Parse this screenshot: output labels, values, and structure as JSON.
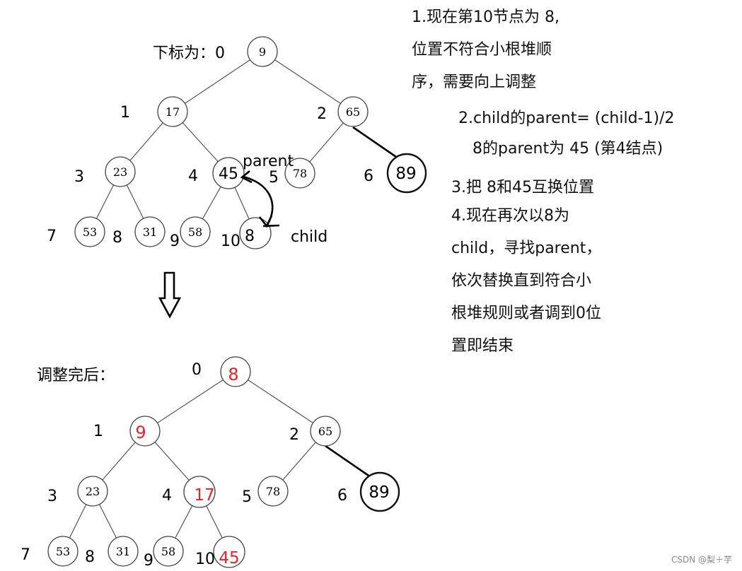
{
  "top": {
    "label": "下标为：0",
    "nodes": [
      {
        "id": "t0",
        "value": "9",
        "index": ""
      },
      {
        "id": "t1",
        "value": "17",
        "index": "1"
      },
      {
        "id": "t2",
        "value": "65",
        "index": "2"
      },
      {
        "id": "t3",
        "value": "23",
        "index": "3"
      },
      {
        "id": "t4",
        "value": "45",
        "index": "4"
      },
      {
        "id": "t5",
        "value": "78",
        "index": "5"
      },
      {
        "id": "t6",
        "value": "89",
        "index": "6"
      },
      {
        "id": "t7",
        "value": "53",
        "index": "7"
      },
      {
        "id": "t8",
        "value": "31",
        "index": "8"
      },
      {
        "id": "t9",
        "value": "58",
        "index": "9"
      },
      {
        "id": "t10",
        "value": "8",
        "index": "10"
      }
    ],
    "parent_label": "parent",
    "child_label": "child"
  },
  "bottom": {
    "label": "调整完后：",
    "root_index": "0",
    "nodes": [
      {
        "id": "b0",
        "value": "8",
        "index": "0"
      },
      {
        "id": "b1",
        "value": "9",
        "index": "1"
      },
      {
        "id": "b2",
        "value": "65",
        "index": "2"
      },
      {
        "id": "b3",
        "value": "23",
        "index": "3"
      },
      {
        "id": "b4",
        "value": "17",
        "index": "4"
      },
      {
        "id": "b5",
        "value": "78",
        "index": "5"
      },
      {
        "id": "b6",
        "value": "89",
        "index": "6"
      },
      {
        "id": "b7",
        "value": "53",
        "index": "7"
      },
      {
        "id": "b8",
        "value": "31",
        "index": "8"
      },
      {
        "id": "b9",
        "value": "58",
        "index": "9"
      },
      {
        "id": "b10",
        "value": "45",
        "index": "10"
      }
    ]
  },
  "notes": {
    "n1_line1": "1.现在第10节点为 8,",
    "n1_line2": "位置不符合小根堆顺",
    "n1_line3": "序，需要向上调整",
    "n2_line1": "2.child的parent=  (child-1)/2",
    "n2_line2": "8的parent为 45 (第4结点)",
    "n3": "3.把 8和45互换位置",
    "n4_line1": "4.现在再次以8为",
    "n4_line2": "child，寻找parent，",
    "n4_line3": "依次替换直到符合小",
    "n4_line4": "根堆规则或者调到0位",
    "n4_line5": "置即结束"
  },
  "colors": {
    "highlight": "#e3242b",
    "text": "#111111",
    "node_stroke": "#444444"
  },
  "watermark": "CSDN @梨＋芋"
}
